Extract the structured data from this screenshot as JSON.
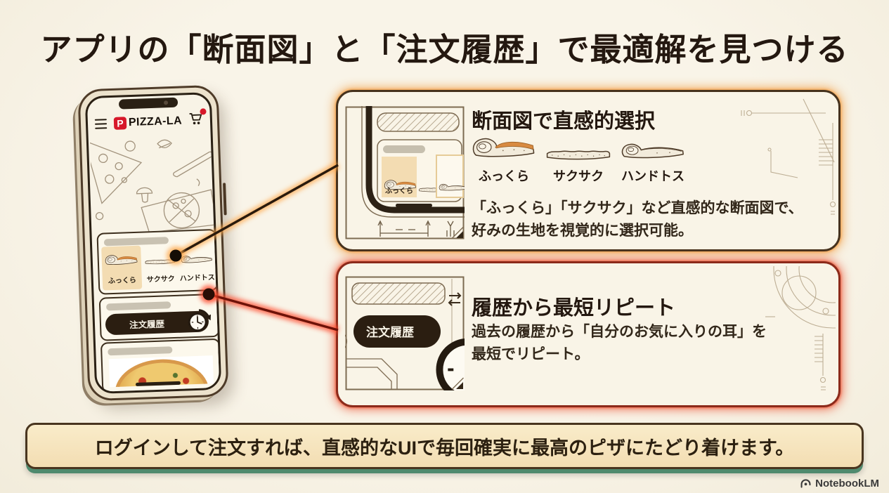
{
  "page": {
    "title": "アプリの「断面図」と「注文履歴」で最適解を見つける",
    "background_color": "#f7f1e2"
  },
  "phone": {
    "brand": "PIZZA-LA",
    "crust_options": [
      {
        "label": "ふっくら",
        "selected": true
      },
      {
        "label": "サクサク",
        "selected": false
      },
      {
        "label": "ハンドトス",
        "selected": false
      }
    ],
    "order_history_button": "注文履歴"
  },
  "cards": {
    "cross_section": {
      "title": "断面図で直感的選択",
      "items": [
        "ふっくら",
        "サクサク",
        "ハンドトス"
      ],
      "description_line1": "「ふっくら」「サクサク」など直感的な断面図で、",
      "description_line2": "好みの生地を視覚的に選択可能。",
      "accent_color": "#e8964f"
    },
    "history": {
      "title": "履歴から最短リピート",
      "button_label": "注文履歴",
      "description_line1": "過去の履歴から「自分のお気に入りの耳」を",
      "description_line2": "最短でリピート。",
      "accent_color": "#e05540"
    }
  },
  "banner": {
    "text": "ログインして注文すれば、直感的なUIで毎回確実に最高のピザにたどり着けます。",
    "shadow_color": "#4f8a6e"
  },
  "footer": {
    "brand": "NotebookLM"
  },
  "colors": {
    "brand_red": "#d7182a",
    "ink": "#241810",
    "cream": "#f8f3e6"
  }
}
